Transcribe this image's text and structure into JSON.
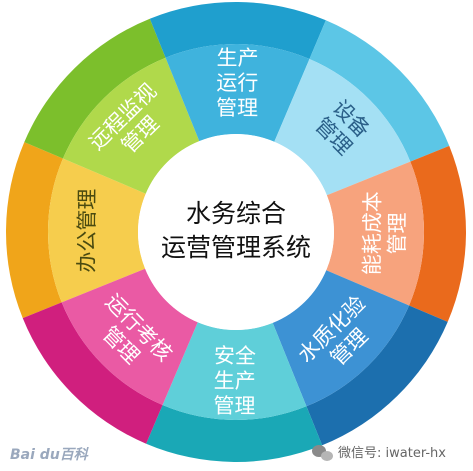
{
  "center": {
    "line1": "水务综合",
    "line2": "运营管理系统"
  },
  "segments": [
    {
      "key": "office",
      "lines": [
        "办公管理"
      ],
      "outer": "#f0a51a",
      "inner": "#f6cd4d",
      "text_color": "#4a4a10"
    },
    {
      "key": "remote",
      "lines": [
        "远程监视",
        "管理"
      ],
      "outer": "#7cbf2c",
      "inner": "#b0d94b",
      "text_color": "#ffffff"
    },
    {
      "key": "production",
      "lines": [
        "生产",
        "运行",
        "管理"
      ],
      "outer": "#1f9fce",
      "inner": "#3fb3dd",
      "text_color": "#ffffff"
    },
    {
      "key": "equipment",
      "lines": [
        "设备",
        "管理"
      ],
      "outer": "#5cc6e6",
      "inner": "#a4e0f4",
      "text_color": "#2a5f88"
    },
    {
      "key": "energy",
      "lines": [
        "能耗成本",
        "管理"
      ],
      "outer": "#ea6a1c",
      "inner": "#f7a37d",
      "text_color": "#ffffff"
    },
    {
      "key": "quality",
      "lines": [
        "水质化验",
        "管理"
      ],
      "outer": "#1c6fae",
      "inner": "#3d92d4",
      "text_color": "#ffffff"
    },
    {
      "key": "safety",
      "lines": [
        "安全",
        "生产",
        "管理"
      ],
      "outer": "#1aa8b6",
      "inner": "#5fcfd9",
      "text_color": "#ffffff"
    },
    {
      "key": "assessment",
      "lines": [
        "运行考核",
        "管理"
      ],
      "outer": "#d01f7e",
      "inner": "#ea5aa4",
      "text_color": "#ffffff"
    }
  ],
  "watermarks": {
    "baidu": "Bai du百科",
    "wechat": "微信号: iwater-hx"
  }
}
